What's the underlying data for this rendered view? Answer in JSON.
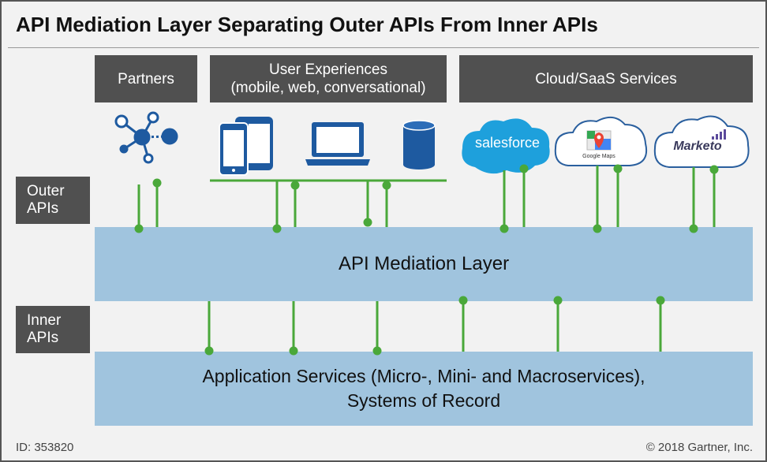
{
  "title": "API Mediation Layer Separating Outer APIs From Inner APIs",
  "headers": {
    "partners": "Partners",
    "user_experiences_line1": "User Experiences",
    "user_experiences_line2": "(mobile, web, conversational)",
    "cloud_saas": "Cloud/SaaS Services"
  },
  "side_labels": {
    "outer_line1": "Outer",
    "outer_line2": "APIs",
    "inner_line1": "Inner",
    "inner_line2": "APIs"
  },
  "layers": {
    "mediation": "API Mediation Layer",
    "app_services_line1": "Application Services (Micro-, Mini- and Macroservices),",
    "app_services_line2": "Systems of Record"
  },
  "logos": {
    "salesforce": "salesforce",
    "google_maps": "Google Maps",
    "marketo": "Marketo"
  },
  "icons": [
    "network-icon",
    "mobile-devices-icon",
    "laptop-icon",
    "database-icon"
  ],
  "colors": {
    "header_bg": "#505050",
    "band": "#a0c4de",
    "connector": "#4aa83a",
    "icon_blue": "#1e5aa0",
    "salesforce": "#1ea0dc"
  },
  "footer": {
    "id": "ID: 353820",
    "copyright": "© 2018 Gartner, Inc."
  }
}
